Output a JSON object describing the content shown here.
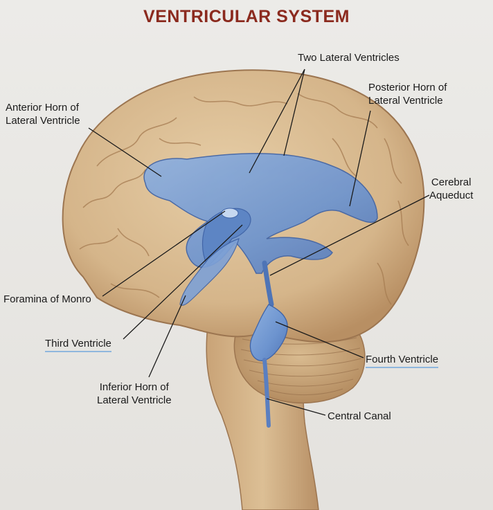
{
  "title": "VENTRICULAR SYSTEM",
  "labels": {
    "two_lateral": "Two Lateral Ventricles",
    "posterior_horn": "Posterior Horn of\nLateral Ventricle",
    "anterior_horn": "Anterior Horn of\nLateral Ventricle",
    "cerebral_aqueduct": "Cerebral\nAqueduct",
    "foramina_monro": "Foramina of Monro",
    "third_ventricle": "Third Ventricle",
    "fourth_ventricle": "Fourth Ventricle",
    "inferior_horn": "Inferior Horn of\nLateral Ventricle",
    "central_canal": "Central Canal"
  },
  "colors": {
    "title": "#8b2a1e",
    "brain": "#d7b98e",
    "ventricles": "#6b93cf",
    "leader": "#1a1a1a"
  }
}
